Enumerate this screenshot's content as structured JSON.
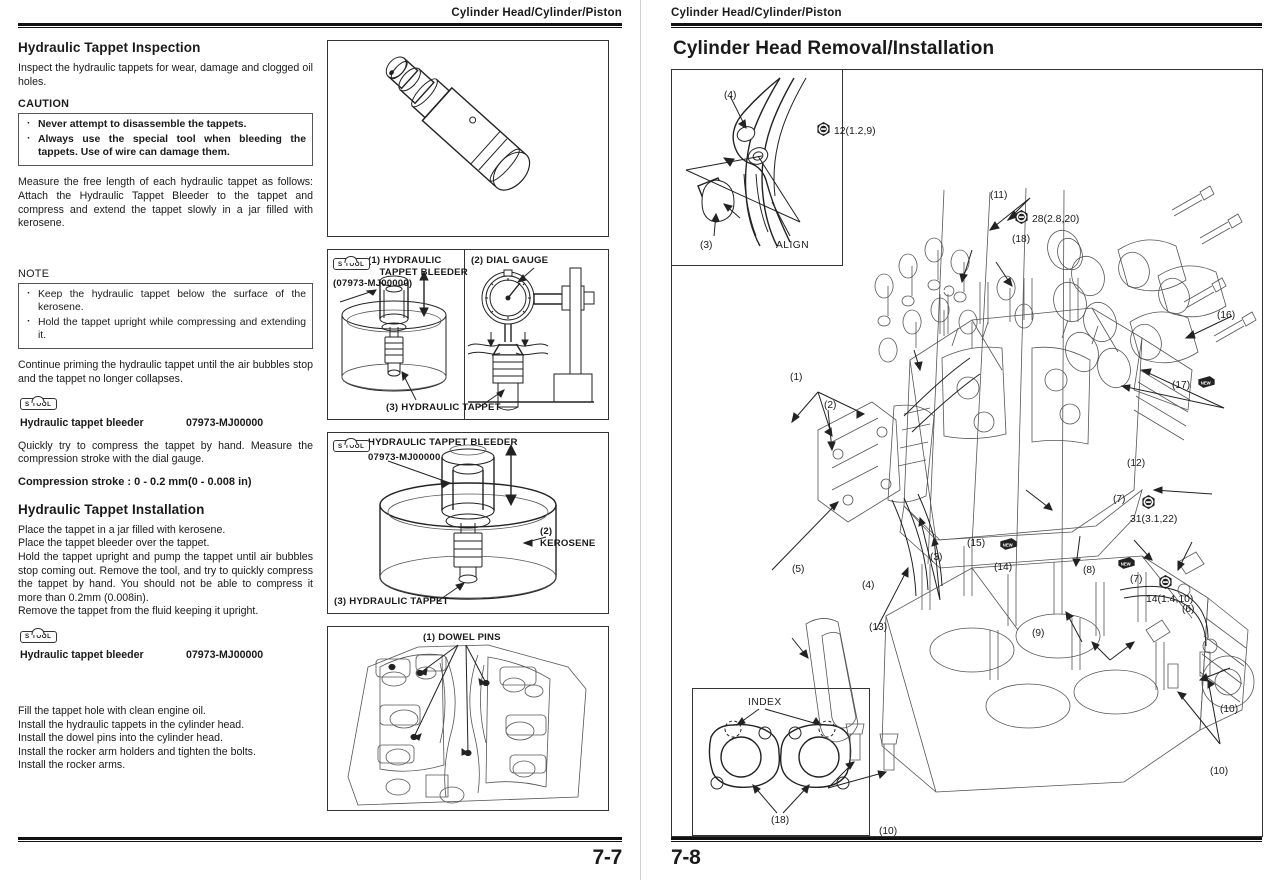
{
  "left_page": {
    "running_head": "Cylinder Head/Cylinder/Piston",
    "page_number": "7-7",
    "sections": {
      "inspection_heading": "Hydraulic Tappet Inspection",
      "inspection_intro": "Inspect the hydraulic tappets for wear, damage and clogged oil holes.",
      "caution_label": "CAUTION",
      "caution_items": [
        "Never attempt to disassemble the tappets.",
        "Always use the special tool when bleeding the tappets. Use of wire can damage them."
      ],
      "measure_para": "Measure the free length of each hydraulic tappet as follows: Attach the Hydraulic Tappet Bleeder to the tappet and compress and extend the tappet slowly in a jar filled with kerosene.",
      "note_label": "NOTE",
      "note_items": [
        "Keep the hydraulic tappet below the surface of the kerosene.",
        "Hold the tappet upright while compressing and extending it."
      ],
      "prime_para": "Continue priming the hydraulic tappet until the air bubbles stop and the tappet no longer collapses.",
      "tool_badge": "S TOOL",
      "tool_name_1": "Hydraulic tappet bleeder",
      "tool_number_1": "07973-MJ00000",
      "compress_para": "Quickly try to compress the tappet by hand. Measure the compression stroke with the dial gauge.",
      "compression_stroke": "Compression stroke : 0 - 0.2 mm(0 - 0.008 in)",
      "installation_heading": "Hydraulic Tappet Installation",
      "installation_para": "Place the tappet in a jar filled with kerosene.\nPlace the tappet bleeder over the tappet.\nHold the tappet upright and pump the tappet until air bubbles stop coming out. Remove the tool, and try to quickly compress the tappet by hand. You should not be able to compress it more than 0.2mm (0.008in).\nRemove the tappet from the fluid keeping it upright.",
      "tool_name_2": "Hydraulic tappet bleeder",
      "tool_number_2": "07973-MJ00000",
      "final_steps": "Fill the tappet hole with clean engine oil.\nInstall the hydraulic tappets in the cylinder head.\nInstall the dowel pins into the cylinder head.\nInstall the rocker arm holders and tighten the bolts.\nInstall the rocker arms."
    },
    "figures": {
      "fig1_caption": "hydraulic-tappet-component",
      "fig2": {
        "badge": "S TOOL",
        "label_1": "(1) HYDRAULIC\n    TAPPET BLEEDER",
        "label_1b": "(07973-MJ00000)",
        "label_2": "(2) DIAL GAUGE",
        "label_3": "(3) HYDRAULIC TAPPET"
      },
      "fig3": {
        "badge": "S TOOL",
        "label_title": "HYDRAULIC TAPPET BLEEDER",
        "label_number": "07973-MJ00000",
        "label_2": "(2)\nKEROSENE",
        "label_3": "(3) HYDRAULIC TAPPET"
      },
      "fig4": {
        "label_1": "(1) DOWEL PINS"
      }
    }
  },
  "right_page": {
    "running_head": "Cylinder Head/Cylinder/Piston",
    "title": "Cylinder Head Removal/Installation",
    "page_number": "7-8",
    "inset": {
      "callout_4": "(4)",
      "callout_3": "(3)",
      "align_label": "ALIGN"
    },
    "index_panel": {
      "index_label": "INDEX",
      "callout_18": "(18)"
    },
    "callouts": [
      {
        "id": "1",
        "text": "(1)"
      },
      {
        "id": "2",
        "text": "(2)"
      },
      {
        "id": "3",
        "text": "(3)"
      },
      {
        "id": "4",
        "text": "(4)"
      },
      {
        "id": "5",
        "text": "(5)"
      },
      {
        "id": "6",
        "text": "(6)"
      },
      {
        "id": "7a",
        "text": "(7)"
      },
      {
        "id": "7b",
        "text": "(7)"
      },
      {
        "id": "8",
        "text": "(8)"
      },
      {
        "id": "9",
        "text": "(9)"
      },
      {
        "id": "10a",
        "text": "(10)"
      },
      {
        "id": "10b",
        "text": "(10)"
      },
      {
        "id": "10c",
        "text": "(10)"
      },
      {
        "id": "11",
        "text": "(11)"
      },
      {
        "id": "12",
        "text": "(12)"
      },
      {
        "id": "13",
        "text": "(13)"
      },
      {
        "id": "14",
        "text": "(14)"
      },
      {
        "id": "15",
        "text": "(15)"
      },
      {
        "id": "16",
        "text": "(16)"
      },
      {
        "id": "17",
        "text": "(17)"
      },
      {
        "id": "18",
        "text": "(18)"
      }
    ],
    "torque_specs": [
      {
        "id": "t28",
        "text": "28(2.8,20)"
      },
      {
        "id": "t12",
        "text": "12(1.2,9)"
      },
      {
        "id": "t31",
        "text": "31(3.1,22)"
      },
      {
        "id": "t14",
        "text": "14(1.4,10)"
      }
    ],
    "new_tags": [
      "NEW",
      "NEW",
      "NEW"
    ]
  }
}
